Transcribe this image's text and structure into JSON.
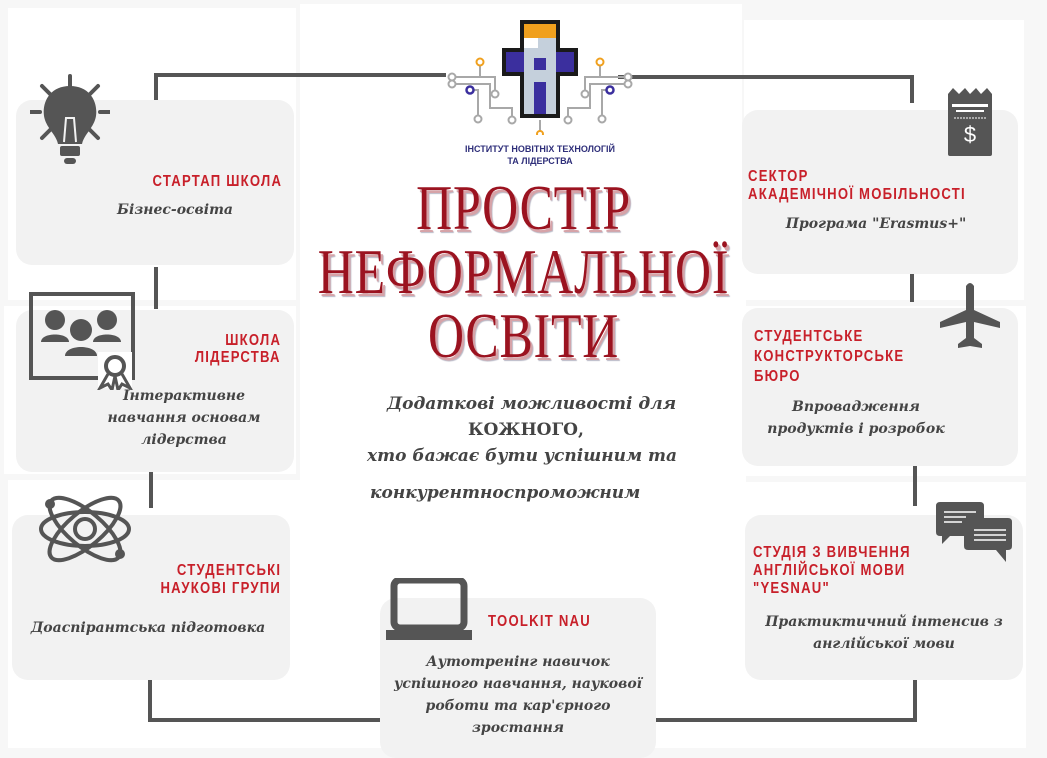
{
  "logo": {
    "line1": "ІНСТИТУТ НОВІТНІХ ТЕХНОЛОГІЙ",
    "line2": "ТА ЛІДЕРСТВА",
    "colors": {
      "purple": "#3b2f9e",
      "orange": "#f0a01e",
      "light": "#c5d0dc",
      "outline": "#1a1a1a"
    }
  },
  "title": {
    "line1": "ПРОСТІР",
    "line2": "НЕФОРМАЛЬНОЇ",
    "line3": "ОСВІТИ",
    "color": "#9b1320"
  },
  "tagline": {
    "line1": "Додаткові можливості для",
    "line2": "КОЖНОГО,",
    "line3": "хто бажає бути успішним та",
    "line4": "конкурентноспроможним"
  },
  "cards": [
    {
      "id": "startup",
      "icon": "lightbulb-icon",
      "heading": [
        "СТАРТАП ШКОЛА"
      ],
      "description": [
        "Бізнес-освіта"
      ]
    },
    {
      "id": "leadership",
      "icon": "certificate-presentation-icon",
      "heading": [
        "ШКОЛА",
        "ЛІДЕРСТВА"
      ],
      "description": [
        "Інтерактивне",
        "навчання основам",
        "лідерства"
      ]
    },
    {
      "id": "science",
      "icon": "atom-icon",
      "heading": [
        "СТУДЕНТСЬКІ",
        "НАУКОВІ ГРУПИ"
      ],
      "description": [
        "Доаспірантська підготовка"
      ]
    },
    {
      "id": "toolkit",
      "icon": "laptop-icon",
      "heading": [
        "TOOLKIT NAU"
      ],
      "description": [
        "Аутотренінг навичок",
        "успішного навчання, наукової",
        "роботи та кар'єрного",
        "зростання"
      ]
    },
    {
      "id": "mobility",
      "icon": "receipt-dollar-icon",
      "heading": [
        "СЕКТОР",
        "АКАДЕМІЧНОЇ МОБІЛЬНОСТІ"
      ],
      "description": [
        "Програма \"Erasmus+\""
      ]
    },
    {
      "id": "design-bureau",
      "icon": "airplane-icon",
      "heading": [
        "СТУДЕНТСЬКЕ",
        "КОНСТРУКТОРСЬКЕ",
        "БЮРО"
      ],
      "description": [
        "Впровадження",
        "продуктів і розробок"
      ]
    },
    {
      "id": "english",
      "icon": "chat-bubbles-icon",
      "heading": [
        "СТУДІЯ З ВИВЧЕННЯ",
        "АНГЛІЙСЬКОЇ МОВИ",
        "\"YESNAU\""
      ],
      "description": [
        "Практиктичний інтенсив з",
        "англійської мови"
      ]
    }
  ],
  "colors": {
    "heading": "#c8202a",
    "text": "#444444",
    "card": "#f2f2f2",
    "connector": "#555555"
  }
}
